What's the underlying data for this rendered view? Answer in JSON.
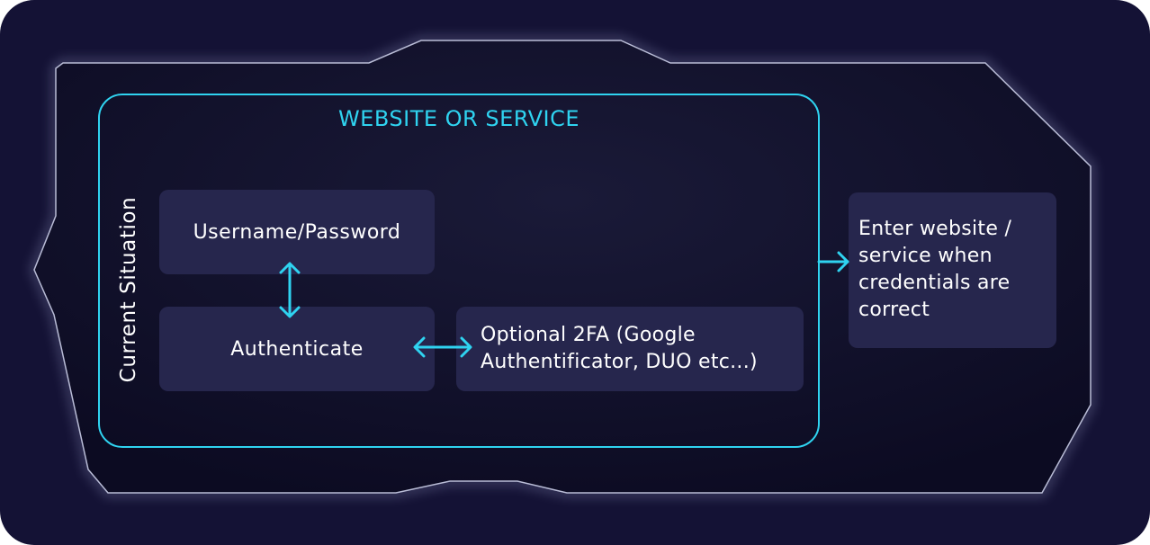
{
  "diagram": {
    "title": "WEBSITE OR SERVICE",
    "side_label": "Current Situation",
    "nodes": {
      "username": "Username/Password",
      "authenticate": "Authenticate",
      "twofa": "Optional 2FA (Google Authentificator, DUO etc...)",
      "result": "Enter website / service when credentials are correct"
    },
    "edges": [
      {
        "from": "username",
        "to": "authenticate",
        "direction": "both"
      },
      {
        "from": "authenticate",
        "to": "twofa",
        "direction": "both"
      },
      {
        "from": "website-or-service",
        "to": "result",
        "direction": "forward"
      }
    ]
  },
  "colors": {
    "background": "#141235",
    "panel": "#0f0e2a",
    "accent": "#2fd3f0",
    "node": "#26264d",
    "text": "#ffffff"
  }
}
